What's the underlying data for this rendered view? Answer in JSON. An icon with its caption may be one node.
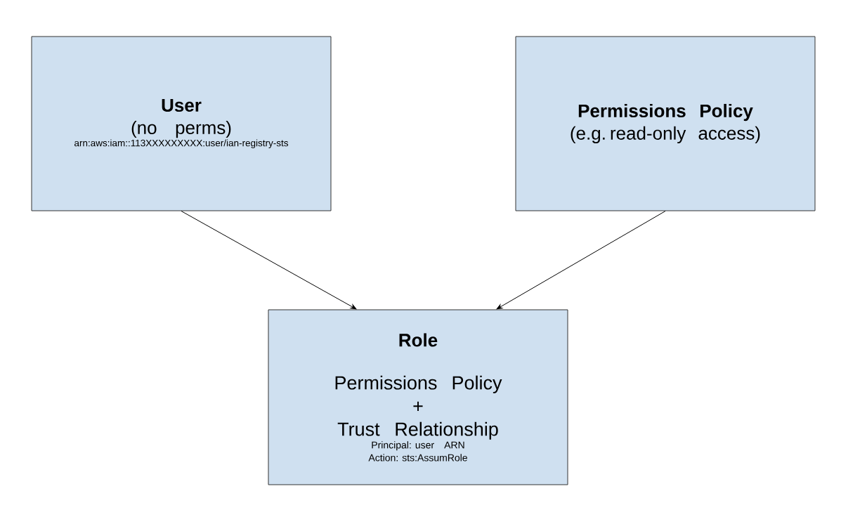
{
  "diagram": {
    "nodes": [
      {
        "text": [
          "User",
          "(no perms)",
          "arn:aws:iam::113XXXXXXXXX:user/ian-registry-sts"
        ]
      },
      {
        "text": [
          "Permissions Policy",
          "(e.g. read-only access)"
        ]
      },
      {
        "text": [
          "Role",
          "Permissions Policy",
          "+",
          "Trust Relationship",
          "Principal: user ARN",
          "Action: sts:AssumRole"
        ]
      }
    ],
    "edges": [
      {
        "from": 0,
        "to": 2,
        "arrow": "to"
      },
      {
        "from": 1,
        "to": 2,
        "arrow": "to"
      }
    ]
  }
}
